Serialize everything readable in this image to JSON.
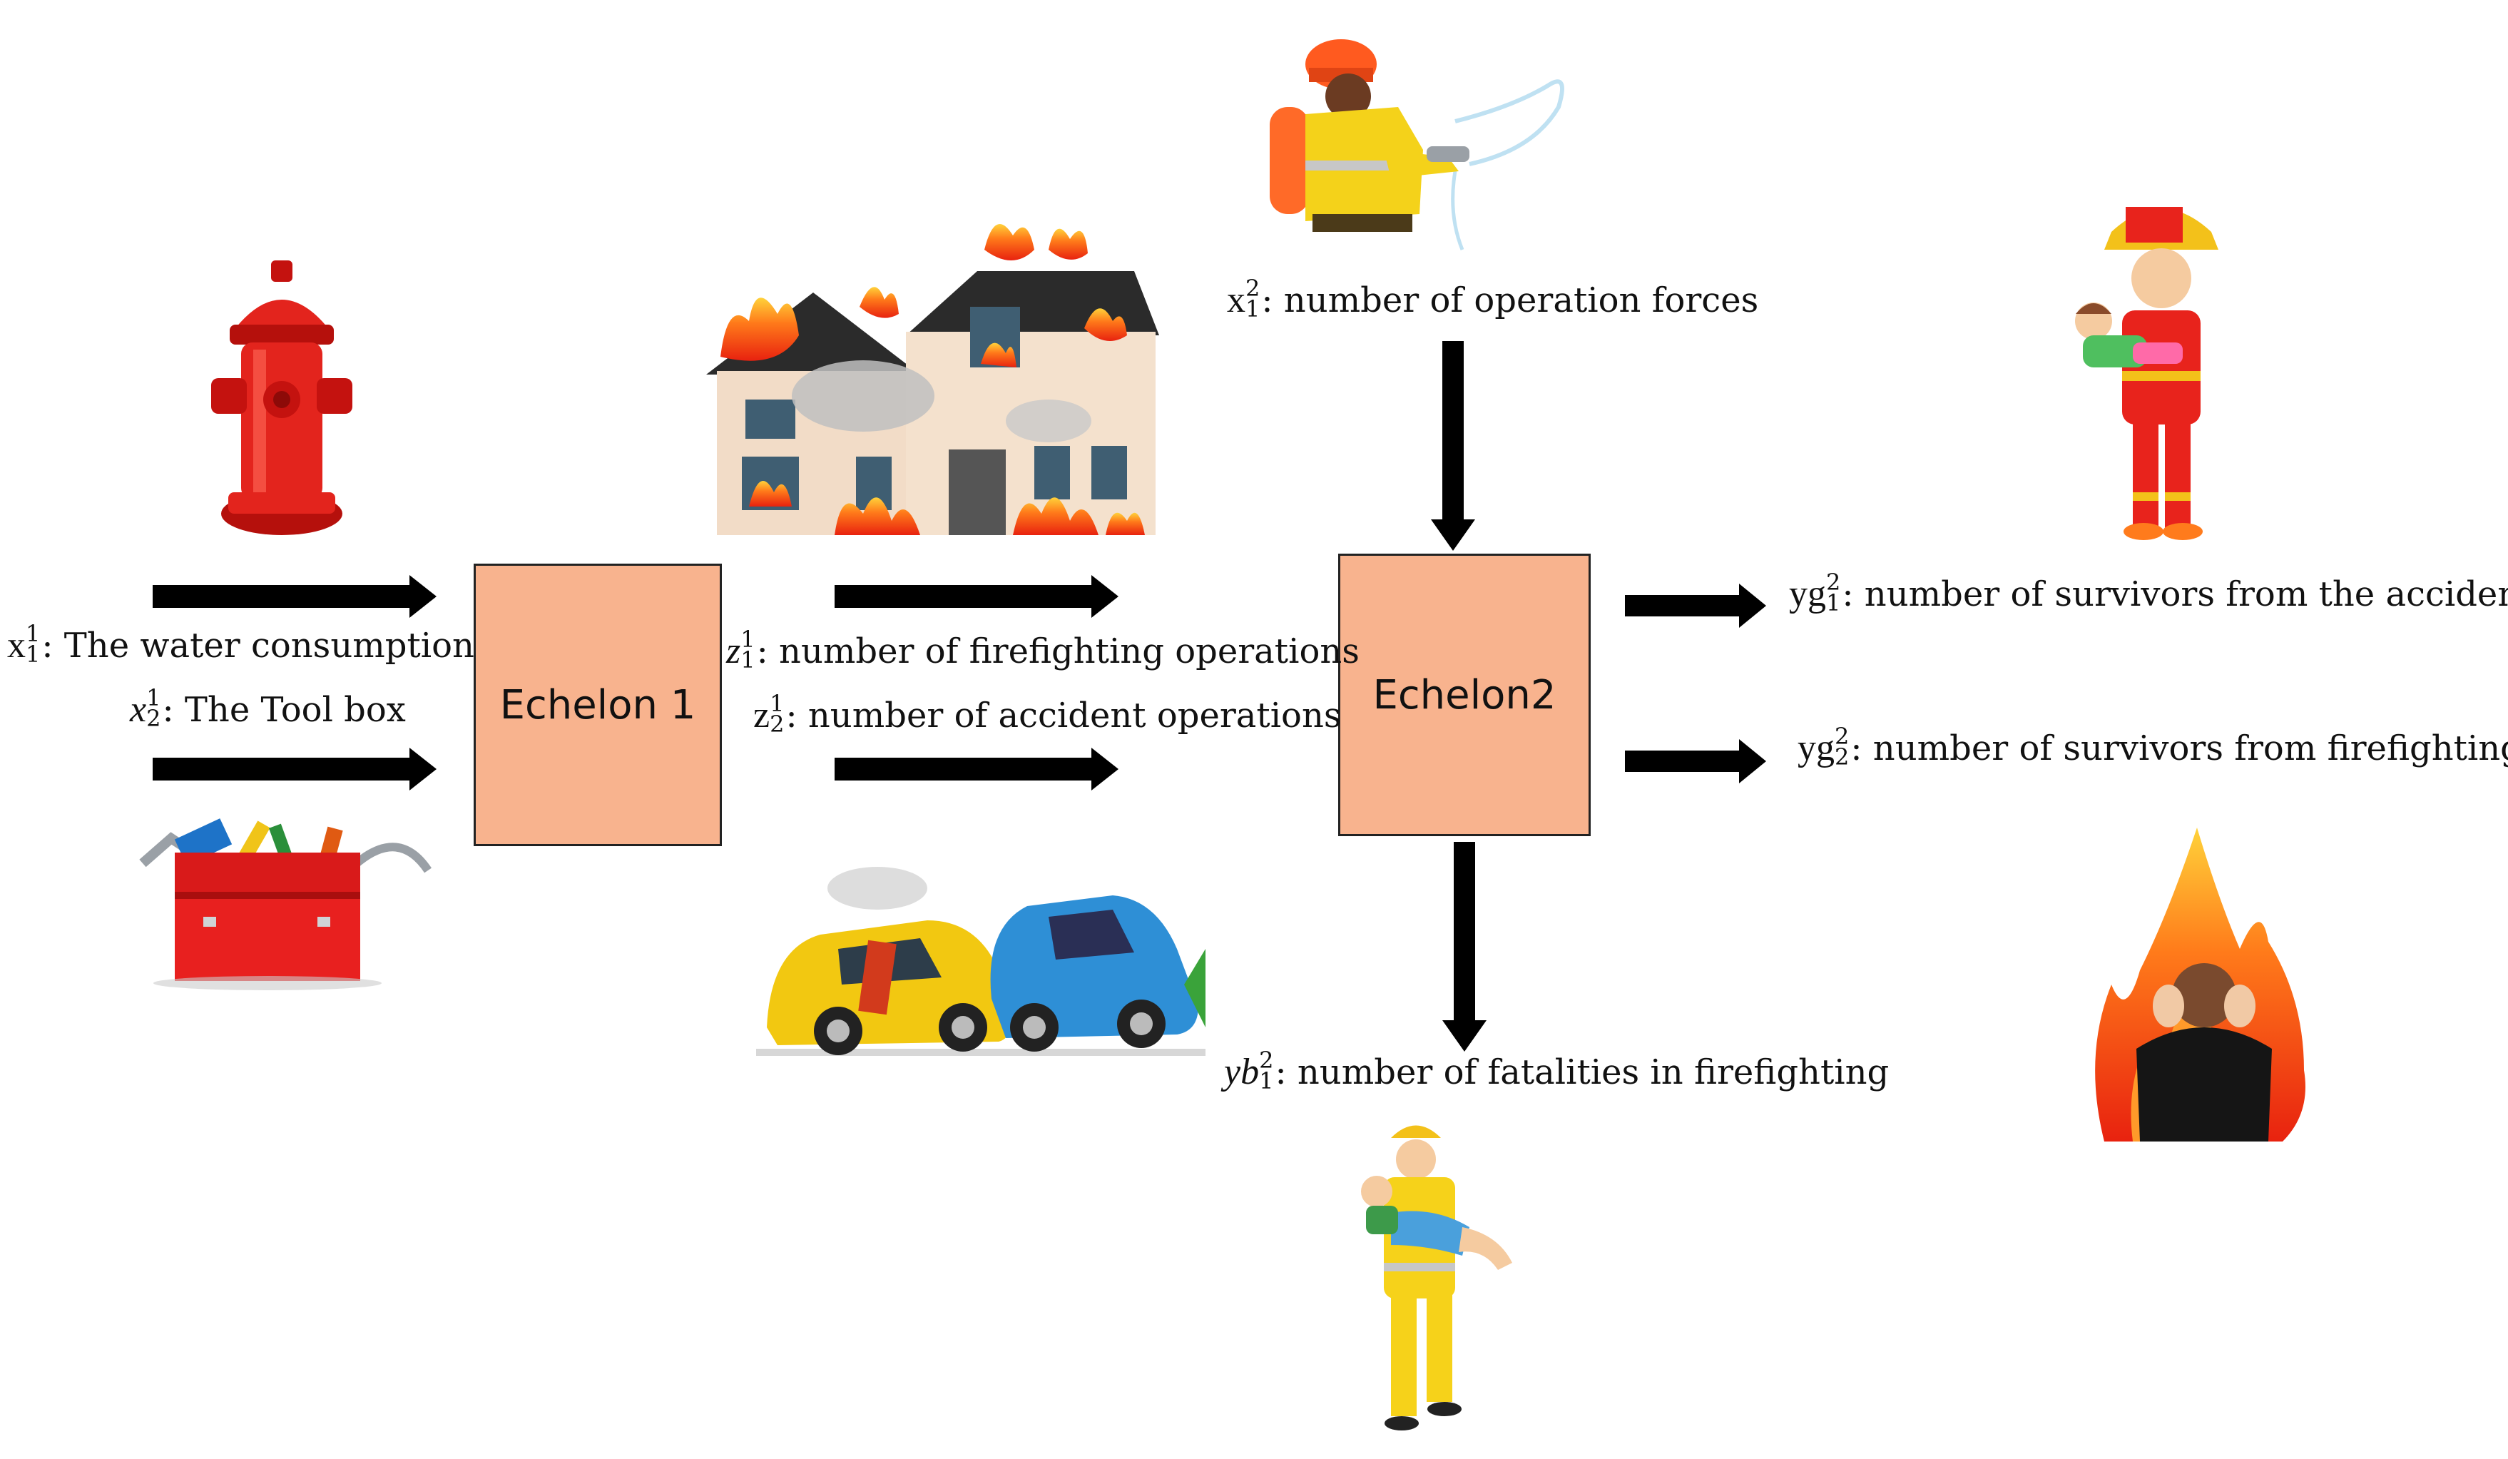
{
  "echelons": {
    "e1": "Echelon 1",
    "e2": "Echelon2"
  },
  "inputs": {
    "x11": {
      "sym": "x",
      "sup": "1",
      "sub": "1",
      "text": ": The water consumption"
    },
    "x21": {
      "sym": "x",
      "sup": "1",
      "sub": "2",
      "text": ": The Tool box"
    },
    "x12": {
      "sym": "x",
      "sup": "2",
      "sub": "1",
      "text": ": number of operation forces"
    }
  },
  "intermediates": {
    "z11": {
      "sym": "z",
      "sup": "1",
      "sub": "1",
      "text": ": number of firefighting operations"
    },
    "z21": {
      "sym": "z",
      "sup": "1",
      "sub": "2",
      "text": ": number of accident  operations"
    }
  },
  "outputs": {
    "yg12": {
      "sym": "yg",
      "sup": "2",
      "sub": "1",
      "text": ": number of survivors from the accident"
    },
    "yg22": {
      "sym": "yg",
      "sup": "2",
      "sub": "2",
      "text": ": number of survivors from firefighting"
    },
    "yb12": {
      "sym": "yb",
      "sup": "2",
      "sub": "1",
      "text": ": number of fatalities in firefighting"
    }
  },
  "icons": [
    "fire-hydrant-icon",
    "toolbox-icon",
    "burning-house-icon",
    "car-crash-icon",
    "firefighter-hose-icon",
    "firefighter-rescue-child-icon",
    "person-in-fire-icon",
    "firefighter-carrying-person-icon"
  ],
  "colors": {
    "box_fill": "#f8b38e",
    "arrow": "#000000"
  }
}
